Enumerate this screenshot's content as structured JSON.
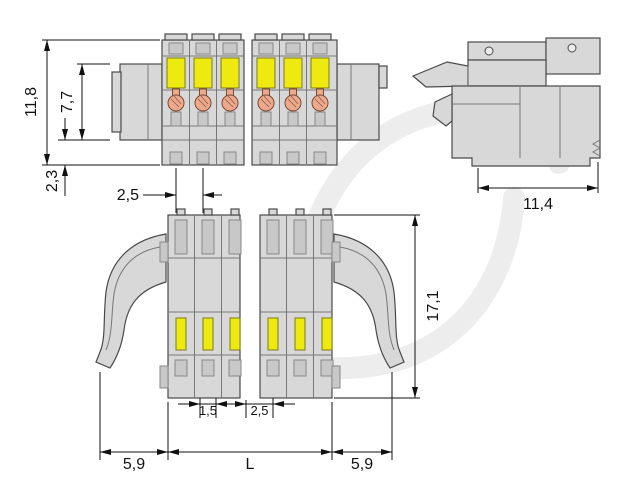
{
  "drawing": {
    "colors": {
      "body": "#d8d8d8",
      "outline": "#4a4a4a",
      "lever_yellow": "#eeea10",
      "contact_orange": "#eda98b",
      "dimension": "#111111",
      "watermark": "#ededed",
      "background": "#ffffff"
    },
    "views": {
      "front": {
        "dims": {
          "overall_height": "11,8",
          "upper_height": "7,7",
          "lower_height": "2,3",
          "pitch": "2,5"
        }
      },
      "side": {
        "dims": {
          "width": "11,4"
        }
      },
      "bottom": {
        "dims": {
          "height": "17,1",
          "slot_width": "1,5",
          "pitch": "2,5",
          "left_overhang": "5,9",
          "length": "L",
          "right_overhang": "5,9"
        }
      }
    }
  }
}
